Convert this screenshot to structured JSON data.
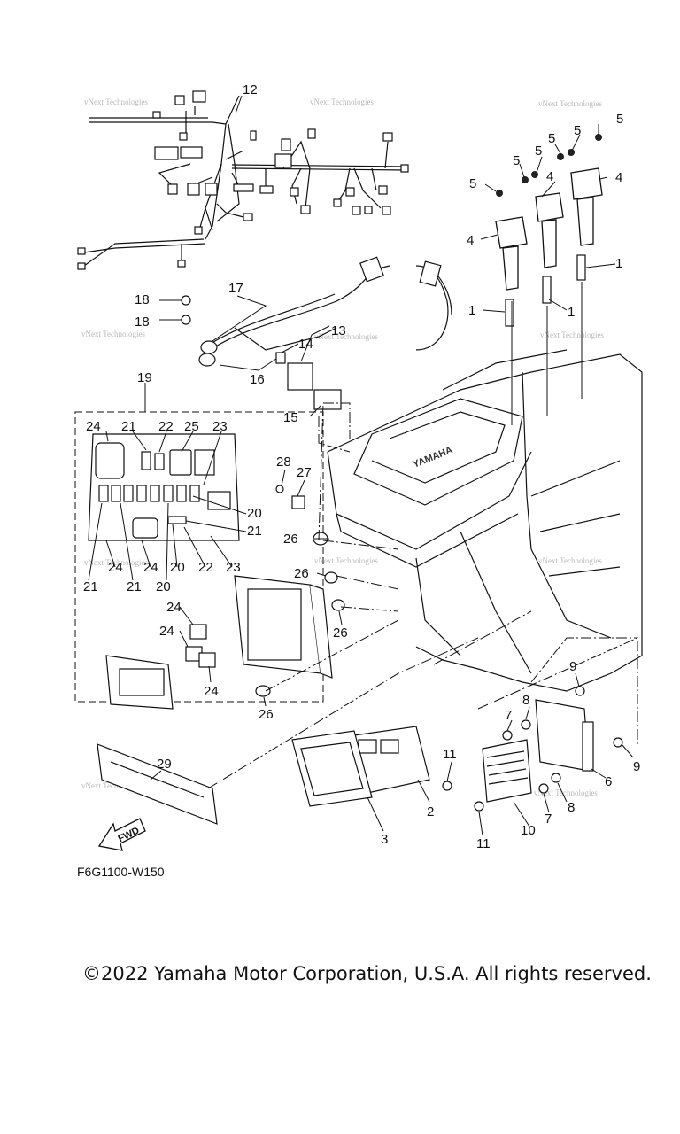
{
  "diagram": {
    "callouts": [
      {
        "id": "c12",
        "text": "12"
      },
      {
        "id": "c5a",
        "text": "5"
      },
      {
        "id": "c5b",
        "text": "5"
      },
      {
        "id": "c5c",
        "text": "5"
      },
      {
        "id": "c5d",
        "text": "5"
      },
      {
        "id": "c5e",
        "text": "5"
      },
      {
        "id": "c5f",
        "text": "5"
      },
      {
        "id": "c4a",
        "text": "4"
      },
      {
        "id": "c4b",
        "text": "4"
      },
      {
        "id": "c4c",
        "text": "4"
      },
      {
        "id": "c1a",
        "text": "1"
      },
      {
        "id": "c1b",
        "text": "1"
      },
      {
        "id": "c1c",
        "text": "1"
      },
      {
        "id": "c17",
        "text": "17"
      },
      {
        "id": "c18a",
        "text": "18"
      },
      {
        "id": "c18b",
        "text": "18"
      },
      {
        "id": "c13",
        "text": "13"
      },
      {
        "id": "c14",
        "text": "14"
      },
      {
        "id": "c16",
        "text": "16"
      },
      {
        "id": "c15",
        "text": "15"
      },
      {
        "id": "c19",
        "text": "19"
      },
      {
        "id": "c24a",
        "text": "24"
      },
      {
        "id": "c21a",
        "text": "21"
      },
      {
        "id": "c22a",
        "text": "22"
      },
      {
        "id": "c25",
        "text": "25"
      },
      {
        "id": "c23a",
        "text": "23"
      },
      {
        "id": "c20a",
        "text": "20"
      },
      {
        "id": "c21b",
        "text": "21"
      },
      {
        "id": "c21c",
        "text": "21"
      },
      {
        "id": "c24b",
        "text": "24"
      },
      {
        "id": "c24c",
        "text": "24"
      },
      {
        "id": "c20b",
        "text": "20"
      },
      {
        "id": "c22b",
        "text": "22"
      },
      {
        "id": "c23b",
        "text": "23"
      },
      {
        "id": "c21d",
        "text": "21"
      },
      {
        "id": "c20c",
        "text": "20"
      },
      {
        "id": "c28",
        "text": "28"
      },
      {
        "id": "c27",
        "text": "27"
      },
      {
        "id": "c26a",
        "text": "26"
      },
      {
        "id": "c26b",
        "text": "26"
      },
      {
        "id": "c26c",
        "text": "26"
      },
      {
        "id": "c26d",
        "text": "26"
      },
      {
        "id": "c24d",
        "text": "24"
      },
      {
        "id": "c24e",
        "text": "24"
      },
      {
        "id": "c24f",
        "text": "24"
      },
      {
        "id": "c9a",
        "text": "9"
      },
      {
        "id": "c9b",
        "text": "9"
      },
      {
        "id": "c8a",
        "text": "8"
      },
      {
        "id": "c8b",
        "text": "8"
      },
      {
        "id": "c7a",
        "text": "7"
      },
      {
        "id": "c7b",
        "text": "7"
      },
      {
        "id": "c6",
        "text": "6"
      },
      {
        "id": "c11a",
        "text": "11"
      },
      {
        "id": "c11b",
        "text": "11"
      },
      {
        "id": "c10",
        "text": "10"
      },
      {
        "id": "c2",
        "text": "2"
      },
      {
        "id": "c3",
        "text": "3"
      },
      {
        "id": "c29",
        "text": "29"
      }
    ],
    "watermark": "vNext Technologies",
    "fwd_label": "FWD",
    "engine_brand": "YAMAHA",
    "figure_code": "F6G1100-W150"
  },
  "footer": {
    "copyright": "©2022 Yamaha Motor Corporation, U.S.A. All rights reserved."
  }
}
